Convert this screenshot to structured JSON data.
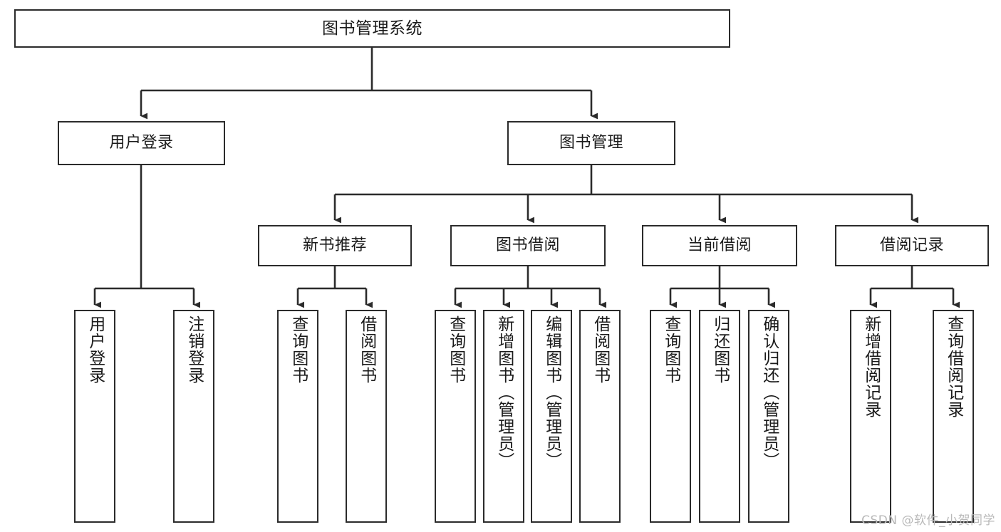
{
  "diagram": {
    "title": "图书管理系统",
    "type": "tree-hierarchy-diagram",
    "colors": {
      "stroke": "#2b2b2b",
      "fill": "#ffffff",
      "text": "#1a1a1a",
      "watermark": "#b9b9b9"
    },
    "root": {
      "label": "图书管理系统"
    },
    "level1": [
      {
        "label": "用户登录"
      },
      {
        "label": "图书管理"
      }
    ],
    "level2": [
      {
        "label": "新书推荐"
      },
      {
        "label": "图书借阅"
      },
      {
        "label": "当前借阅"
      },
      {
        "label": "借阅记录"
      }
    ],
    "leaves": {
      "user_login": [
        {
          "label": "用户登录"
        },
        {
          "label": "注销登录"
        }
      ],
      "new_book_recommend": [
        {
          "label": "查询图书"
        },
        {
          "label": "借阅图书"
        }
      ],
      "book_borrow": [
        {
          "label": "查询图书"
        },
        {
          "label": "新增图书（管理员）"
        },
        {
          "label": "编辑图书（管理员）"
        },
        {
          "label": "借阅图书"
        }
      ],
      "current_borrow": [
        {
          "label": "查询图书"
        },
        {
          "label": "归还图书"
        },
        {
          "label": "确认归还（管理员）"
        }
      ],
      "borrow_record": [
        {
          "label": "新增借阅记录"
        },
        {
          "label": "查询借阅记录"
        }
      ]
    }
  },
  "watermark": {
    "text": "CSDN @软件_小贺同学"
  }
}
